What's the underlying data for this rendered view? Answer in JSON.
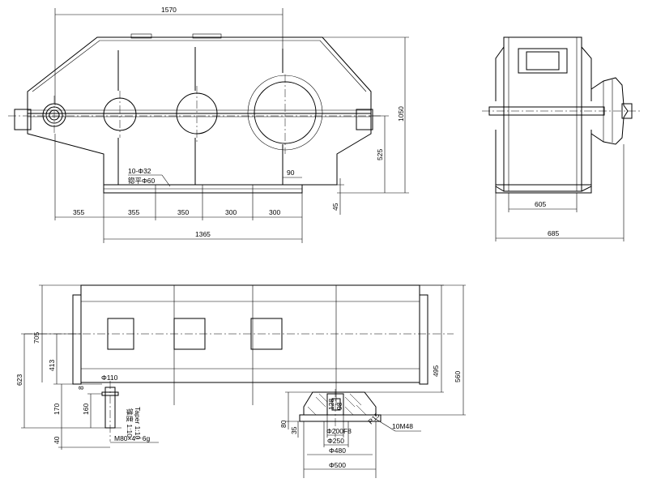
{
  "front_view": {
    "top_length": "1570",
    "height_total": "1050",
    "axis_height": "525",
    "base_offset": "45",
    "foot_width": "90",
    "holes_note": "10-Φ32",
    "spotface_note": "锪平Φ60",
    "spacing": [
      "355",
      "355",
      "350",
      "300",
      "300"
    ],
    "base_length": "1365"
  },
  "side_view": {
    "inner_width": "605",
    "overall_width": "685"
  },
  "top_view": {
    "dim_705": "705",
    "dim_623": "623",
    "dim_413": "413",
    "dim_8": "8",
    "dim_170": "170",
    "dim_160": "160",
    "dim_40": "40",
    "input_shaft_dia": "Φ110",
    "taper_cn": "锥度 1:10",
    "taper_en": "Taper 1:10",
    "thread": "M80×4－6g",
    "dim_495": "495",
    "dim_560": "560",
    "dim_128": "128",
    "dim_98": "98",
    "radius": "R15",
    "bolts": "10M48",
    "dim_80": "80",
    "dim_35": "35",
    "dia_200f8": "Φ200F8",
    "dia_250": "Φ250",
    "dia_480": "Φ480",
    "dia_500": "Φ500"
  }
}
